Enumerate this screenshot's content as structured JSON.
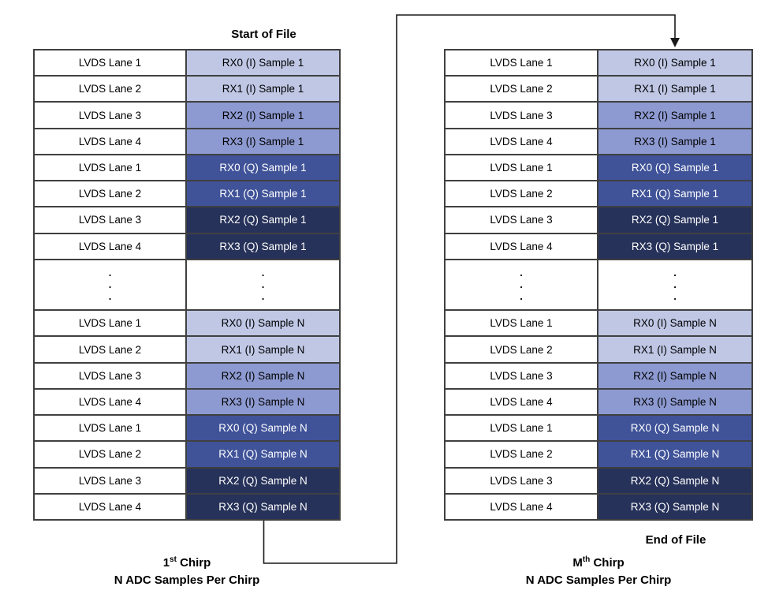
{
  "labels": {
    "start_of_file": "Start of File",
    "end_of_file": "End of File"
  },
  "captions": {
    "left": {
      "ordinal_base": "1",
      "ordinal_sup": "st",
      "ordinal_rest": " Chirp",
      "line2": "N ADC Samples Per Chirp"
    },
    "right": {
      "ordinal_base": "M",
      "ordinal_sup": "th",
      "ordinal_rest": " Chirp",
      "line2": "N ADC Samples Per Chirp"
    }
  },
  "dots_char": ".",
  "colors": {
    "cell_light": "#bfc7e5",
    "cell_medium": "#8d9ad1",
    "cell_meddark": "#405399",
    "cell_navy": "#27325a",
    "cell_lane_bg": "#ffffff",
    "table_border": "#404040",
    "connector_line": "#1a1a1a",
    "text_dark": "#000000",
    "text_light": "#ffffff"
  },
  "tables": {
    "left": {
      "rows": [
        {
          "type": "data",
          "lane": "LVDS Lane 1",
          "sample": "RX0 (I) Sample 1",
          "shade": "light"
        },
        {
          "type": "data",
          "lane": "LVDS Lane 2",
          "sample": "RX1 (I) Sample 1",
          "shade": "light"
        },
        {
          "type": "data",
          "lane": "LVDS Lane 3",
          "sample": "RX2 (I) Sample 1",
          "shade": "medium"
        },
        {
          "type": "data",
          "lane": "LVDS Lane 4",
          "sample": "RX3 (I) Sample 1",
          "shade": "medium"
        },
        {
          "type": "data",
          "lane": "LVDS Lane 1",
          "sample": "RX0 (Q) Sample 1",
          "shade": "meddark"
        },
        {
          "type": "data",
          "lane": "LVDS Lane 2",
          "sample": "RX1 (Q) Sample 1",
          "shade": "meddark"
        },
        {
          "type": "data",
          "lane": "LVDS Lane 3",
          "sample": "RX2 (Q) Sample 1",
          "shade": "navy"
        },
        {
          "type": "data",
          "lane": "LVDS Lane 4",
          "sample": "RX3 (Q) Sample 1",
          "shade": "navy"
        },
        {
          "type": "dots"
        },
        {
          "type": "data",
          "lane": "LVDS Lane 1",
          "sample": "RX0 (I) Sample N",
          "shade": "light"
        },
        {
          "type": "data",
          "lane": "LVDS Lane 2",
          "sample": "RX1 (I) Sample N",
          "shade": "light"
        },
        {
          "type": "data",
          "lane": "LVDS Lane 3",
          "sample": "RX2 (I) Sample N",
          "shade": "medium"
        },
        {
          "type": "data",
          "lane": "LVDS Lane 4",
          "sample": "RX3 (I) Sample N",
          "shade": "medium"
        },
        {
          "type": "data",
          "lane": "LVDS Lane 1",
          "sample": "RX0 (Q) Sample N",
          "shade": "meddark"
        },
        {
          "type": "data",
          "lane": "LVDS Lane 2",
          "sample": "RX1 (Q) Sample N",
          "shade": "meddark"
        },
        {
          "type": "data",
          "lane": "LVDS Lane 3",
          "sample": "RX2 (Q) Sample N",
          "shade": "navy"
        },
        {
          "type": "data",
          "lane": "LVDS Lane 4",
          "sample": "RX3 (Q) Sample N",
          "shade": "navy"
        }
      ]
    },
    "right": {
      "rows": [
        {
          "type": "data",
          "lane": "LVDS Lane 1",
          "sample": "RX0 (I) Sample 1",
          "shade": "light"
        },
        {
          "type": "data",
          "lane": "LVDS Lane 2",
          "sample": "RX1 (I) Sample 1",
          "shade": "light"
        },
        {
          "type": "data",
          "lane": "LVDS Lane 3",
          "sample": "RX2 (I) Sample 1",
          "shade": "medium"
        },
        {
          "type": "data",
          "lane": "LVDS Lane 4",
          "sample": "RX3 (I) Sample 1",
          "shade": "medium"
        },
        {
          "type": "data",
          "lane": "LVDS Lane 1",
          "sample": "RX0 (Q) Sample 1",
          "shade": "meddark"
        },
        {
          "type": "data",
          "lane": "LVDS Lane 2",
          "sample": "RX1 (Q) Sample 1",
          "shade": "meddark"
        },
        {
          "type": "data",
          "lane": "LVDS Lane 3",
          "sample": "RX2 (Q) Sample 1",
          "shade": "navy"
        },
        {
          "type": "data",
          "lane": "LVDS Lane 4",
          "sample": "RX3 (Q) Sample 1",
          "shade": "navy"
        },
        {
          "type": "dots"
        },
        {
          "type": "data",
          "lane": "LVDS Lane 1",
          "sample": "RX0 (I) Sample N",
          "shade": "light"
        },
        {
          "type": "data",
          "lane": "LVDS Lane 2",
          "sample": "RX1 (I) Sample N",
          "shade": "light"
        },
        {
          "type": "data",
          "lane": "LVDS Lane 3",
          "sample": "RX2 (I) Sample N",
          "shade": "medium"
        },
        {
          "type": "data",
          "lane": "LVDS Lane 4",
          "sample": "RX3 (I) Sample N",
          "shade": "medium"
        },
        {
          "type": "data",
          "lane": "LVDS Lane 1",
          "sample": "RX0 (Q) Sample N",
          "shade": "meddark"
        },
        {
          "type": "data",
          "lane": "LVDS Lane 2",
          "sample": "RX1 (Q) Sample N",
          "shade": "meddark"
        },
        {
          "type": "data",
          "lane": "LVDS Lane 3",
          "sample": "RX2 (Q) Sample N",
          "shade": "navy"
        },
        {
          "type": "data",
          "lane": "LVDS Lane 4",
          "sample": "RX3 (Q) Sample N",
          "shade": "navy"
        }
      ]
    }
  }
}
